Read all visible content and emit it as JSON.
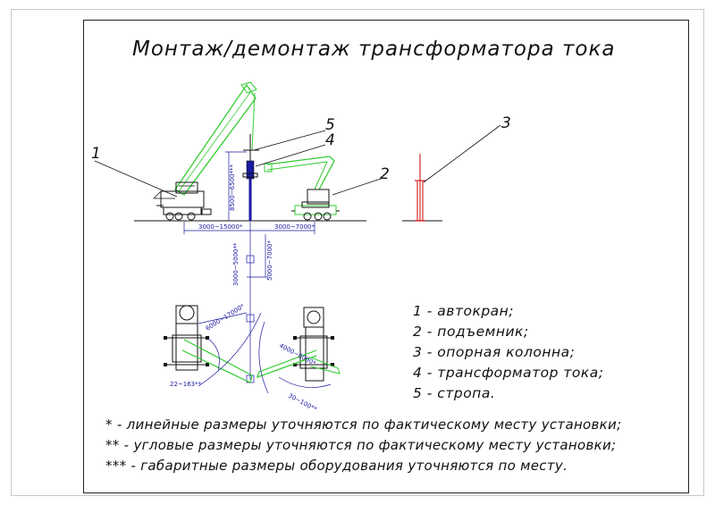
{
  "title": "Монтаж/демонтаж трансформатора тока",
  "legend": [
    "1 - автокран;",
    "2 - подъемник;",
    "3 - опорная колонна;",
    "4 - трансформатор тока;",
    "5 - стропа."
  ],
  "notes": [
    "* - линейные размеры уточняются по фактическому месту установки;",
    "** - угловые размеры уточняются по фактическому месту установки;",
    "*** - габаритные размеры оборудования уточняются по месту."
  ],
  "callouts": {
    "c1": "1",
    "c2": "2",
    "c3": "3",
    "c4": "4",
    "c5": "5"
  },
  "dimensions": {
    "height": "8500~6500***",
    "left_span": "3000~15000*",
    "right_span": "3000~7000*",
    "plan_v1": "3000~5000**",
    "plan_v2": "5000~7000*",
    "radius1": "6000~17000*",
    "angle1": "22~163**",
    "radius2": "4000~8000*",
    "angle2": "30~100**"
  },
  "colors": {
    "crane": "#33cc33",
    "dimension": "#1a1aa0",
    "column": "#cc0000",
    "outline": "#111111"
  }
}
